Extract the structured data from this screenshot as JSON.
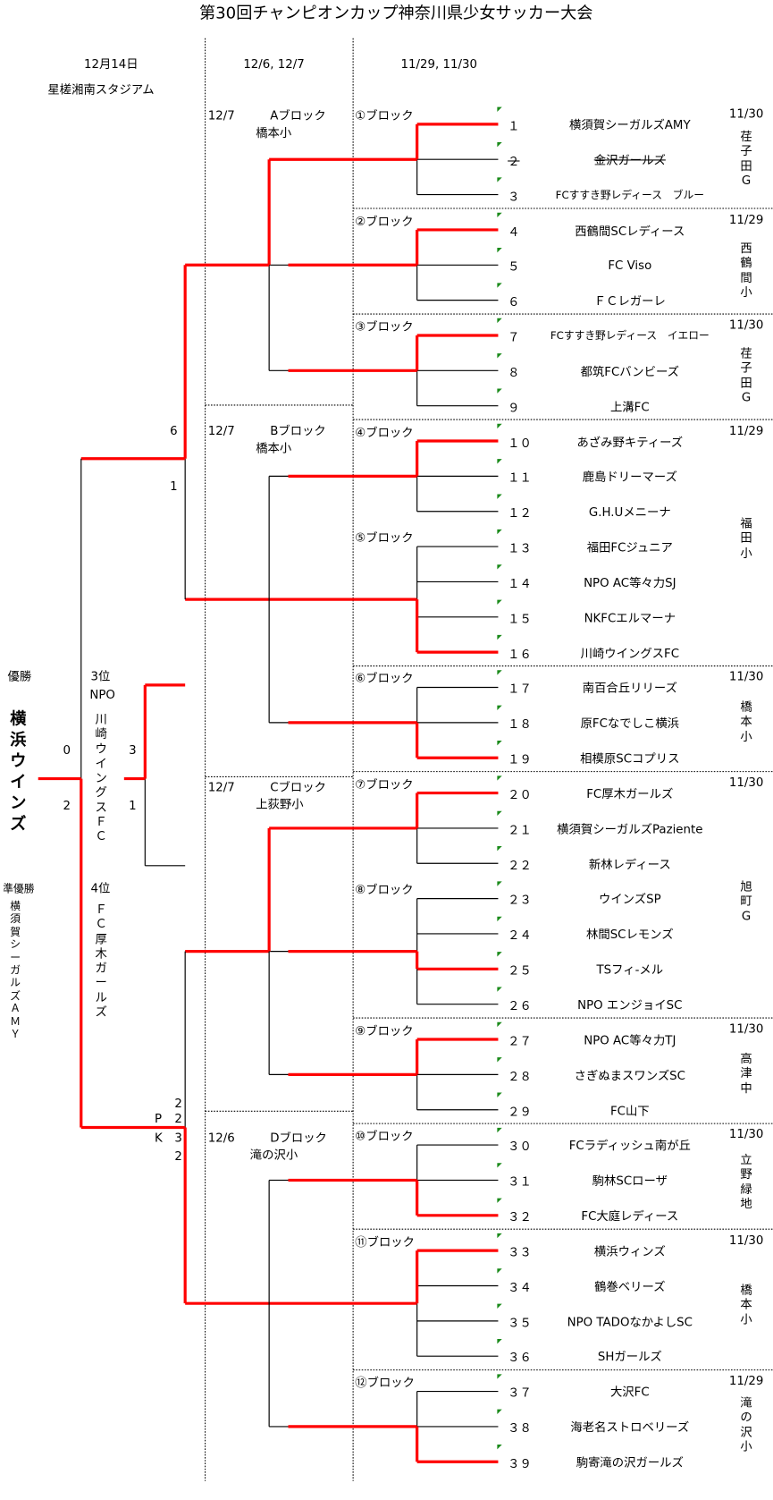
{
  "title": "第30回チャンピオンカップ神奈川県少女サッカー大会",
  "columns": {
    "final_date": "12月14日",
    "final_venue": "星槎湘南スタジアム",
    "quarter_dates": "12/6, 12/7",
    "block_dates": "11/29, 11/30"
  },
  "results": {
    "champion_label": "優勝",
    "champion": "横浜ウインズ",
    "runner_up_label": "準優勝",
    "runner_up": "横須賀シーガルズＡＭＹ",
    "third_label": "3位",
    "third_prefix": "NPO",
    "third": "川崎ウイングスＦＣ",
    "fourth_label": "4位",
    "fourth": "ＦＣ厚木ガールズ"
  },
  "scores": {
    "final_top": "0",
    "final_bottom": "2",
    "third_top": "3",
    "third_bottom": "1",
    "semi1_top": "6",
    "semi1_bottom": "1",
    "semi2_top": "2",
    "semi2_p": "P",
    "semi2_pk_top": "2",
    "semi2_k": "K",
    "semi2_pk_bottom": "3",
    "semi2_bottom": "2"
  },
  "quarters": [
    {
      "date": "12/7",
      "label": "Aブロック",
      "venue": "橋本小"
    },
    {
      "date": "12/7",
      "label": "Bブロック",
      "venue": "橋本小"
    },
    {
      "date": "12/7",
      "label": "Cブロック",
      "venue": "上荻野小"
    },
    {
      "date": "12/6",
      "label": "Dブロック",
      "venue": "滝の沢小"
    }
  ],
  "blocks": [
    {
      "label": "①ブロック"
    },
    {
      "label": "②ブロック"
    },
    {
      "label": "③ブロック"
    },
    {
      "label": "④ブロック"
    },
    {
      "label": "⑤ブロック"
    },
    {
      "label": "⑥ブロック"
    },
    {
      "label": "⑦ブロック"
    },
    {
      "label": "⑧ブロック"
    },
    {
      "label": "⑨ブロック"
    },
    {
      "label": "⑩ブロック"
    },
    {
      "label": "⑪ブロック"
    },
    {
      "label": "⑫ブロック"
    }
  ],
  "venues": [
    {
      "date": "11/30",
      "name": "荏子田G"
    },
    {
      "date": "11/29",
      "name": "西鶴間小"
    },
    {
      "date": "11/30",
      "name": "荏子田G"
    },
    {
      "date": "11/29",
      "name": "福田小"
    },
    {
      "date": "11/30",
      "name": "橋本小"
    },
    {
      "date": "11/30",
      "name": "旭町G"
    },
    {
      "date": "11/30",
      "name": "高津中"
    },
    {
      "date": "11/30",
      "name": "立野緑地"
    },
    {
      "date": "11/30",
      "name": "橋本小"
    },
    {
      "date": "11/29",
      "name": "滝の沢小"
    }
  ],
  "teams": [
    {
      "no": "１",
      "name": "横須賀シーガルズAMY",
      "win": true
    },
    {
      "no": "２",
      "name": "金沢ガールズ",
      "withdrawn": true
    },
    {
      "no": "３",
      "name": "FCすすき野レディース　ブルー",
      "small": true
    },
    {
      "no": "４",
      "name": "西鶴間SCレディース",
      "win": true
    },
    {
      "no": "５",
      "name": "FC Viso"
    },
    {
      "no": "６",
      "name": "ＦＣレガーレ"
    },
    {
      "no": "７",
      "name": "FCすすき野レディース　イエロー",
      "win": true,
      "small": true
    },
    {
      "no": "８",
      "name": "都筑FCバンビーズ"
    },
    {
      "no": "９",
      "name": "上溝FC"
    },
    {
      "no": "１０",
      "name": "あざみ野キティーズ",
      "win": true
    },
    {
      "no": "１１",
      "name": "鹿島ドリーマーズ"
    },
    {
      "no": "１２",
      "name": "G.H.Uメニーナ"
    },
    {
      "no": "１３",
      "name": "福田FCジュニア"
    },
    {
      "no": "１４",
      "name": "NPO AC等々力SJ"
    },
    {
      "no": "１５",
      "name": "NKFCエルマーナ"
    },
    {
      "no": "１６",
      "name": "川崎ウイングスFC",
      "win": true
    },
    {
      "no": "１７",
      "name": "南百合丘リリーズ"
    },
    {
      "no": "１８",
      "name": "原FCなでしこ横浜"
    },
    {
      "no": "１９",
      "name": "相模原SCコプリス",
      "win": true
    },
    {
      "no": "２０",
      "name": "FC厚木ガールズ",
      "win": true
    },
    {
      "no": "２１",
      "name": "横須賀シーガルズPaziente"
    },
    {
      "no": "２２",
      "name": "新林レディース"
    },
    {
      "no": "２３",
      "name": "ウインズSP"
    },
    {
      "no": "２４",
      "name": "林間SCレモンズ"
    },
    {
      "no": "２５",
      "name": "TSフィ-メル",
      "win": true
    },
    {
      "no": "２６",
      "name": "NPO エンジョイSC"
    },
    {
      "no": "２７",
      "name": "NPO AC等々力TJ",
      "win": true
    },
    {
      "no": "２８",
      "name": "さぎぬまスワンズSC"
    },
    {
      "no": "２９",
      "name": "FC山下"
    },
    {
      "no": "３０",
      "name": "FCラディッシュ南が丘"
    },
    {
      "no": "３１",
      "name": "駒林SCローザ"
    },
    {
      "no": "３２",
      "name": "FC大庭レディース",
      "win": true
    },
    {
      "no": "３３",
      "name": "横浜ウィンズ",
      "win": true
    },
    {
      "no": "３４",
      "name": "鶴巻ベリーズ"
    },
    {
      "no": "３５",
      "name": "NPO TADOなかよしSC"
    },
    {
      "no": "３６",
      "name": "SHガールズ"
    },
    {
      "no": "３７",
      "name": "大沢FC"
    },
    {
      "no": "３８",
      "name": "海老名ストロベリーズ"
    },
    {
      "no": "３９",
      "name": "駒寄滝の沢ガールズ",
      "win": true
    }
  ],
  "colors": {
    "winner_line": "#ff0000",
    "line": "#000000",
    "tick": "#1a8a1a"
  }
}
